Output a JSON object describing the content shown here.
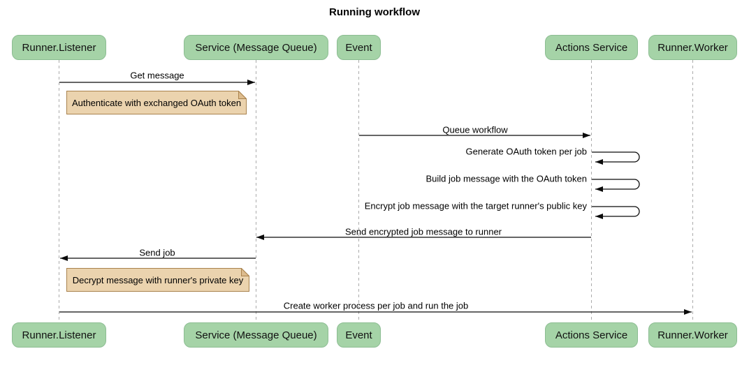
{
  "title": "Running workflow",
  "participants": [
    {
      "label": "Runner.Listener"
    },
    {
      "label": "Service (Message Queue)"
    },
    {
      "label": "Event"
    },
    {
      "label": "Actions Service"
    },
    {
      "label": "Runner.Worker"
    }
  ],
  "messages": [
    {
      "label": "Get message",
      "from": "Runner.Listener",
      "to": "Service (Message Queue)",
      "kind": "arrow"
    },
    {
      "label": "Queue workflow",
      "from": "Event",
      "to": "Actions Service",
      "kind": "arrow"
    },
    {
      "label": "Generate OAuth token per job",
      "from": "Actions Service",
      "to": "Actions Service",
      "kind": "self"
    },
    {
      "label": "Build job message with the OAuth token",
      "from": "Actions Service",
      "to": "Actions Service",
      "kind": "self"
    },
    {
      "label": "Encrypt job message with the target runner's public key",
      "from": "Actions Service",
      "to": "Actions Service",
      "kind": "self"
    },
    {
      "label": "Send encrypted job message to runner",
      "from": "Actions Service",
      "to": "Service (Message Queue)",
      "kind": "arrow"
    },
    {
      "label": "Send job",
      "from": "Service (Message Queue)",
      "to": "Runner.Listener",
      "kind": "arrow"
    },
    {
      "label": "Create worker process per job and run the job",
      "from": "Runner.Listener",
      "to": "Runner.Worker",
      "kind": "arrow"
    }
  ],
  "notes": [
    {
      "text": "Authenticate with exchanged OAuth token"
    },
    {
      "text": "Decrypt message with runner's private key"
    }
  ],
  "colors": {
    "participant_fill": "#a5d3a7",
    "participant_border": "#8cbd92",
    "note_fill": "#ebd3ae",
    "note_fold": "#ddbc8e",
    "note_border": "#a9824d",
    "lifeline": "#ababab",
    "arrow": "#0b0b0b"
  }
}
